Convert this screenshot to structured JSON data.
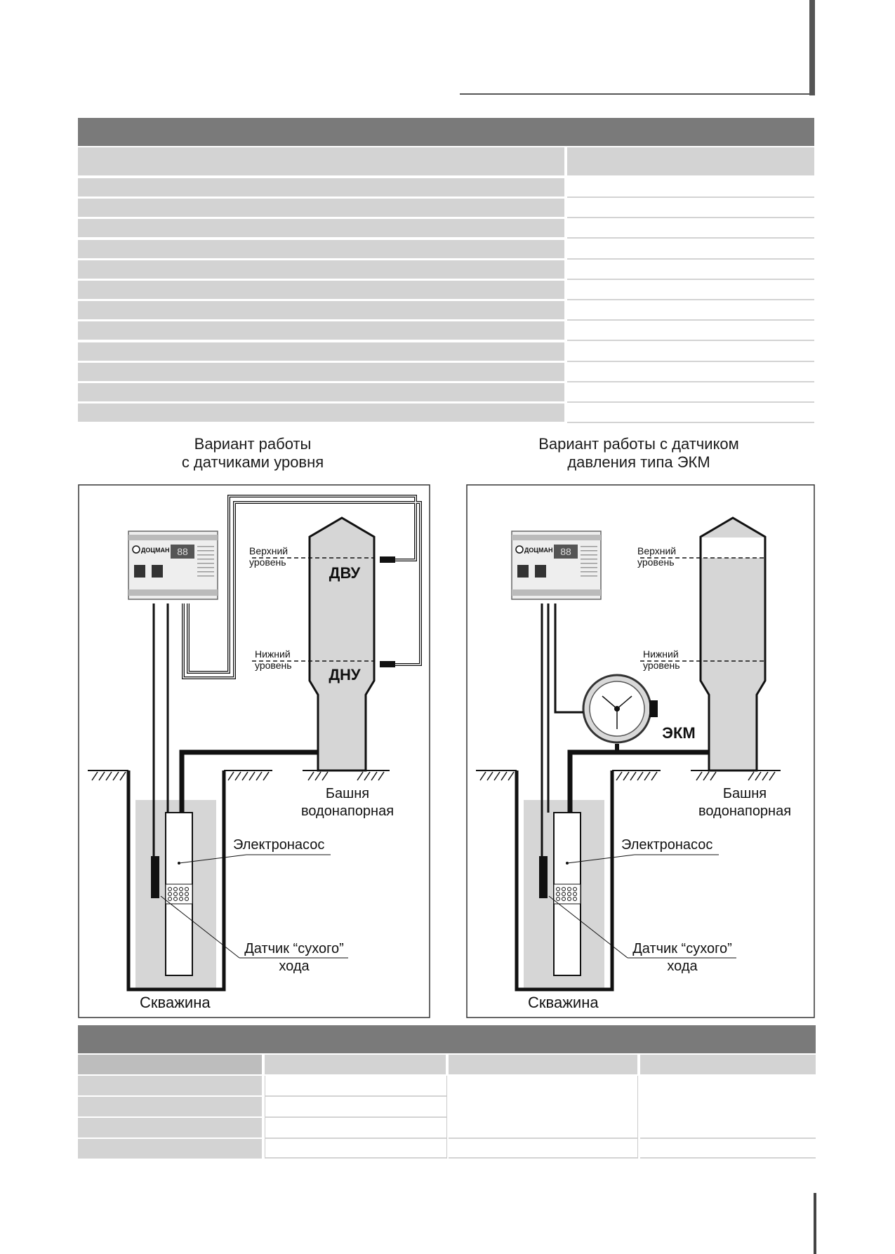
{
  "captions": {
    "left": [
      "Вариант работы",
      "с датчиками уровня"
    ],
    "right": [
      "Вариант работы с датчиком",
      "давления  типа ЭКМ"
    ]
  },
  "diagram_left": {
    "upper_level": [
      "Верхний",
      "уровень"
    ],
    "lower_level": [
      "Нижний",
      "уровень"
    ],
    "upper_sensor": "ДВУ",
    "lower_sensor": "ДНУ",
    "tower": [
      "Башня",
      "водонапорная"
    ],
    "pump": "Электронасос",
    "dry_run_sensor": [
      "Датчик “сухого”",
      "хода"
    ],
    "well": "Скважина",
    "device_brand": "ДОЦМАН",
    "display": "88"
  },
  "diagram_right": {
    "upper_level": [
      "Верхний",
      "уровень"
    ],
    "lower_level": [
      "Нижний",
      "уровень"
    ],
    "pressure_sensor": "ЭКМ",
    "tower": [
      "Башня",
      "водонапорная"
    ],
    "pump": "Электронасос",
    "dry_run_sensor": [
      "Датчик “сухого”",
      "хода"
    ],
    "well": "Скважина",
    "device_brand": "ДОЦМАН",
    "display": "88"
  },
  "colors": {
    "header_bar": "#7a7a7a",
    "row_fill": "#d3d3d3",
    "water": "#d6d6d6"
  }
}
